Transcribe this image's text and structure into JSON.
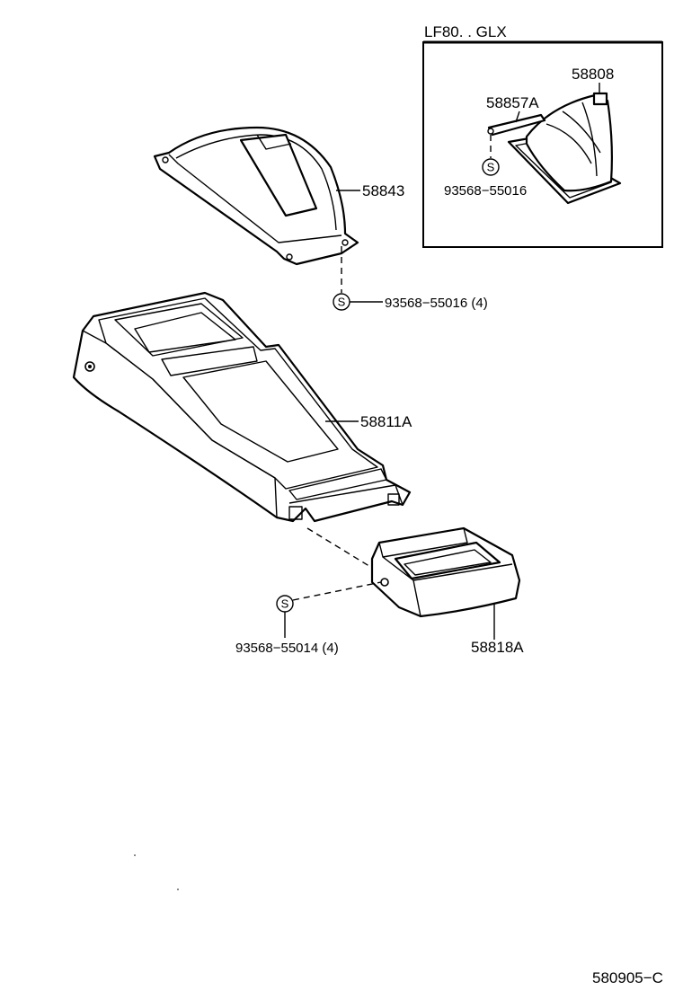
{
  "inset": {
    "title": "LF80. . GLX",
    "labels": {
      "boot": "58808",
      "retainer": "58857A",
      "screw": "93568−55016"
    },
    "screw_symbol": "S"
  },
  "parts": {
    "shift_cover": "58843",
    "cover_screws": "93568−55016 (4)",
    "console_box": "58811A",
    "rear_box": "58818A",
    "rear_screws": "93568−55014 (4)"
  },
  "screw_symbol": "S",
  "figure_code": "580905−C"
}
